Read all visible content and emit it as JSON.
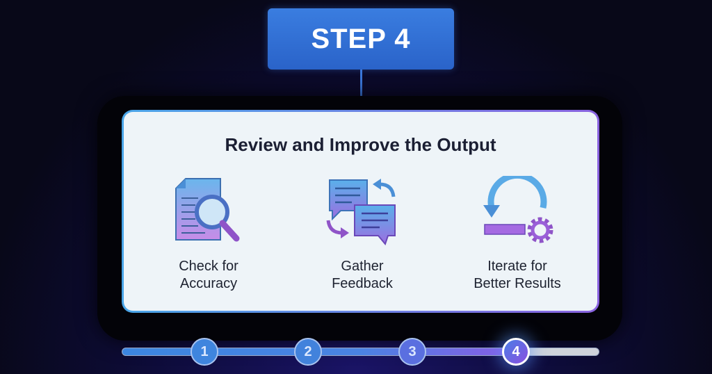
{
  "header": {
    "step_label": "STEP 4"
  },
  "card": {
    "title": "Review and Improve the Output",
    "items": [
      {
        "icon": "document-magnifier-icon",
        "label": "Check for\nAccuracy"
      },
      {
        "icon": "chat-bubbles-exchange-icon",
        "label": "Gather\nFeedback"
      },
      {
        "icon": "iterate-loop-gear-icon",
        "label": "Iterate for\nBetter Results"
      }
    ]
  },
  "progress": {
    "current_step": 4,
    "total_steps": 4,
    "steps": [
      "1",
      "2",
      "3",
      "4"
    ],
    "fill_percent": 83
  },
  "colors": {
    "accent_blue": "#3a7de0",
    "accent_purple": "#8a5ce6"
  }
}
